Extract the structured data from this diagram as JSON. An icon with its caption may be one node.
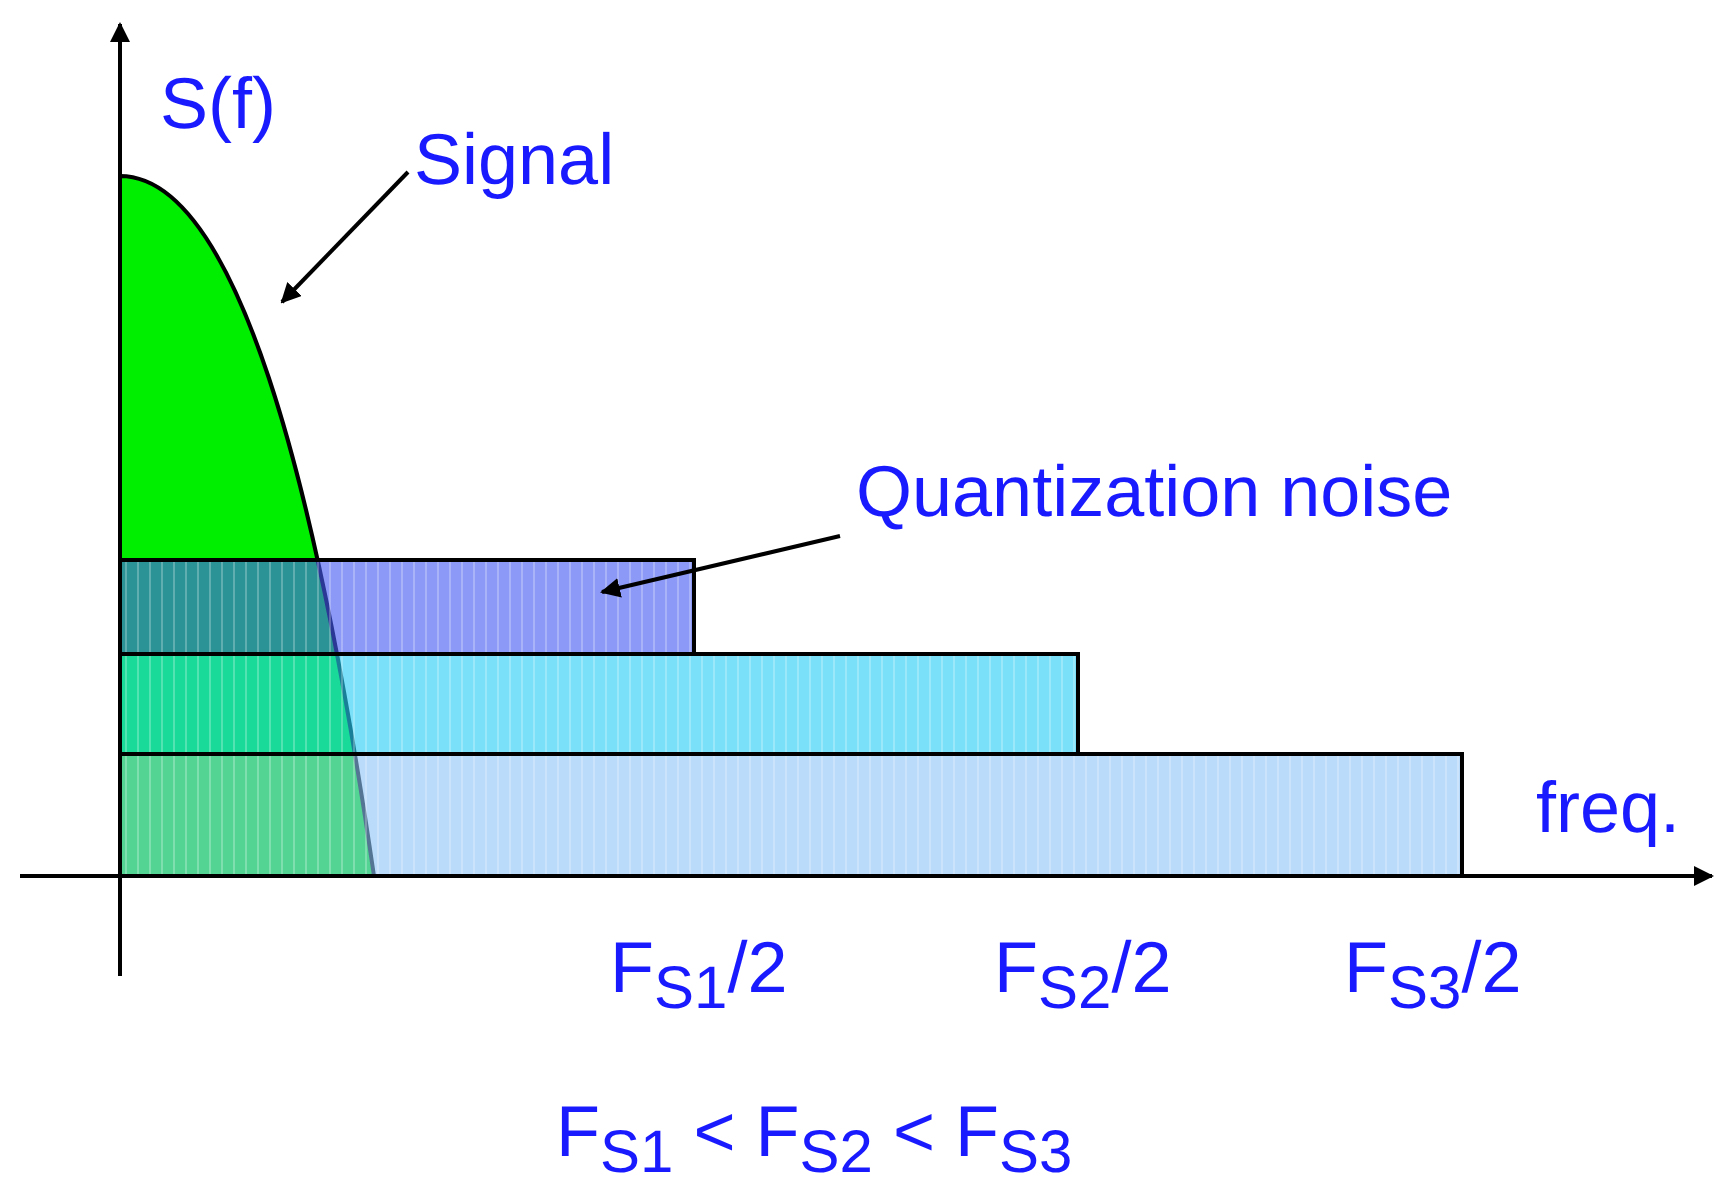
{
  "diagram": {
    "nodes": [
      {
        "text": [
          "Signal"
        ]
      },
      {
        "text": [],
        "shape": "curve"
      },
      {
        "text": [
          "Quantization noise"
        ]
      },
      {
        "text": [],
        "shape": "box"
      },
      {
        "text": [],
        "shape": "box"
      },
      {
        "text": [],
        "shape": "box"
      }
    ],
    "edges": [
      {
        "from": 0,
        "to": 1,
        "arrow": "to"
      },
      {
        "from": 2,
        "to": 3,
        "arrow": "to"
      }
    ],
    "labels": [
      "S(f)",
      "freq.",
      "F$_{S1}$/2",
      "F$_{S2}$/2",
      "F$_{S3}$/2",
      "F$_{S1}$ < F$_{S2}$ < F$_{S3}$"
    ]
  }
}
